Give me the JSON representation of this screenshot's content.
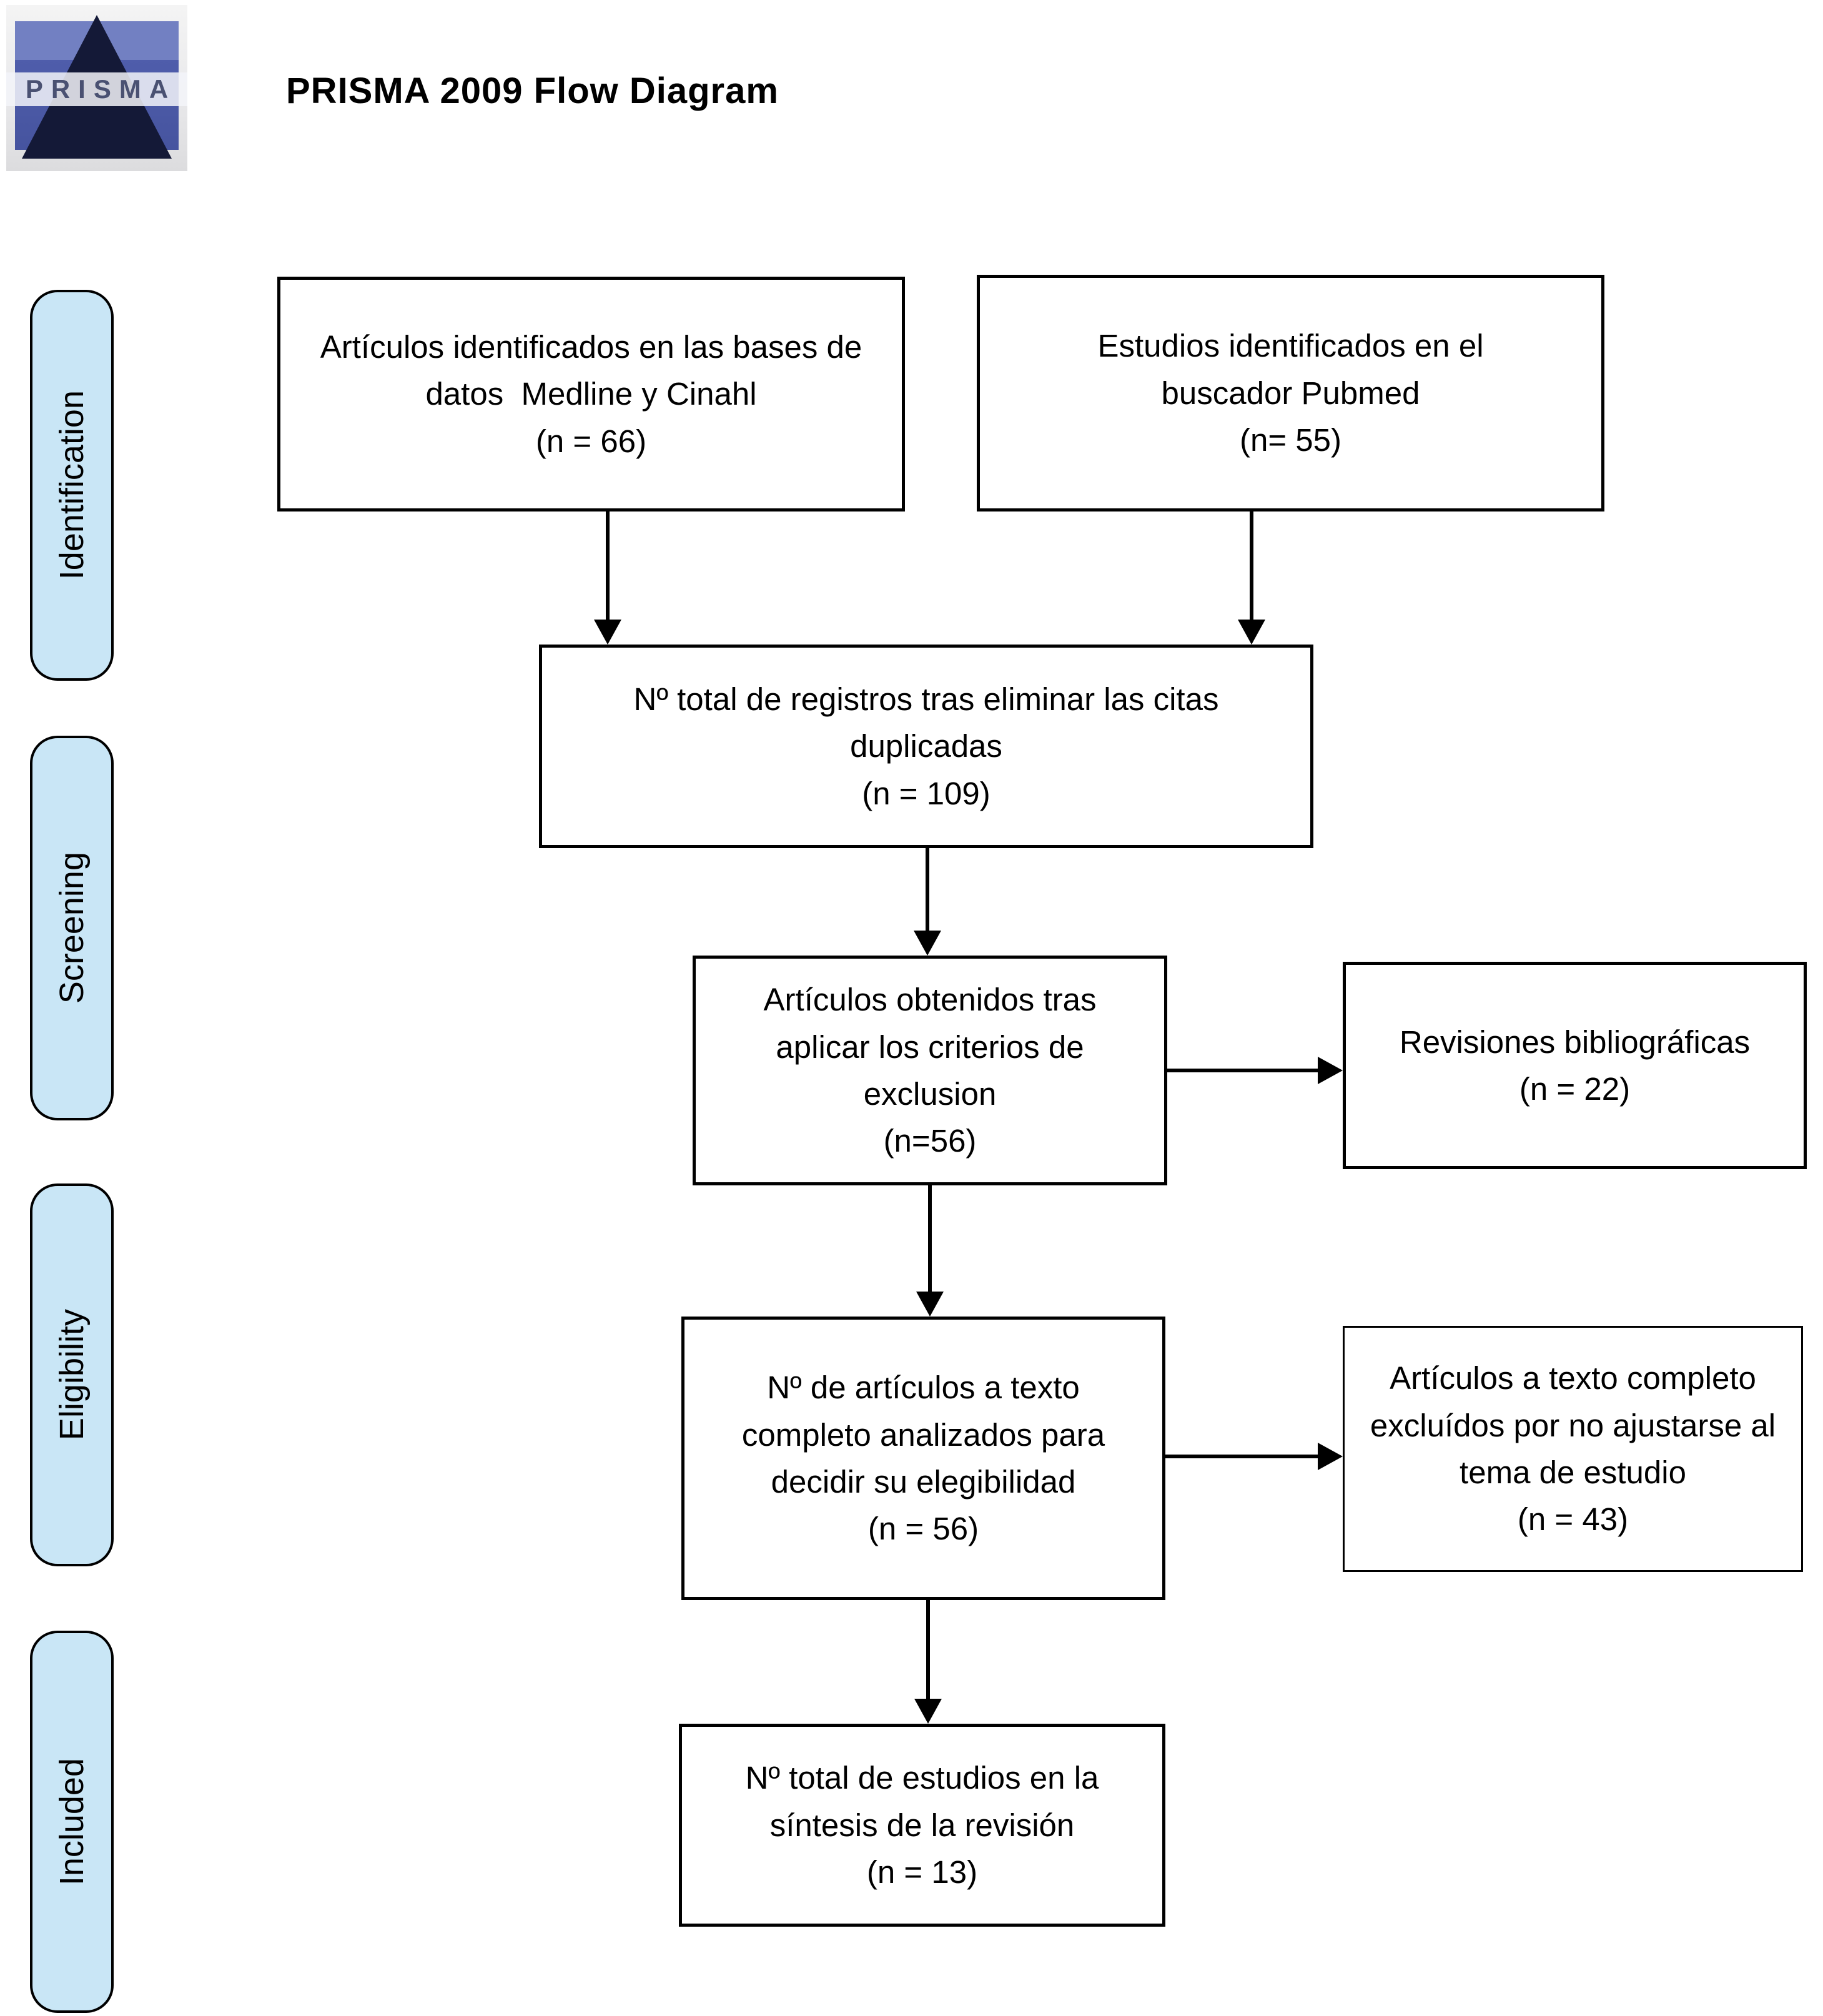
{
  "header": {
    "logo_text": "PRISMA",
    "title": "PRISMA 2009 Flow Diagram"
  },
  "sidebar": {
    "stages": [
      {
        "label": "Identification"
      },
      {
        "label": "Screening"
      },
      {
        "label": "Eligibility"
      },
      {
        "label": "Included"
      }
    ]
  },
  "flow": {
    "identified_db": {
      "text": "Artículos identificados en las bases de datos  Medline y Cinahl",
      "n": "(n = 66)"
    },
    "identified_pubmed": {
      "text": "Estudios identificados en el buscador Pubmed",
      "n": "(n= 55)"
    },
    "deduplicated": {
      "text": "Nº total de registros tras eliminar las citas duplicadas",
      "n": "(n = 109)"
    },
    "after_exclusion": {
      "text": "Artículos obtenidos tras aplicar los criterios de exclusion",
      "n": "(n=56)"
    },
    "bibliographic_reviews": {
      "text": "Revisiones bibliográficas",
      "n": "(n = 22)"
    },
    "fulltext_assessed": {
      "text": "Nº de artículos a texto completo analizados para decidir su elegibilidad",
      "n": "(n = 56)"
    },
    "fulltext_excluded": {
      "text": "Artículos a texto completo excluídos por no ajustarse al tema de estudio",
      "n": "(n = 43)"
    },
    "included_synthesis": {
      "text": "Nº total de estudios en la síntesis de la revisión",
      "n": "(n = 13)"
    }
  },
  "colors": {
    "stage_fill": "#C9E6F6",
    "box_border": "#000000",
    "logo_blue": "#4F5DAB",
    "logo_pyramid": "#141937"
  }
}
